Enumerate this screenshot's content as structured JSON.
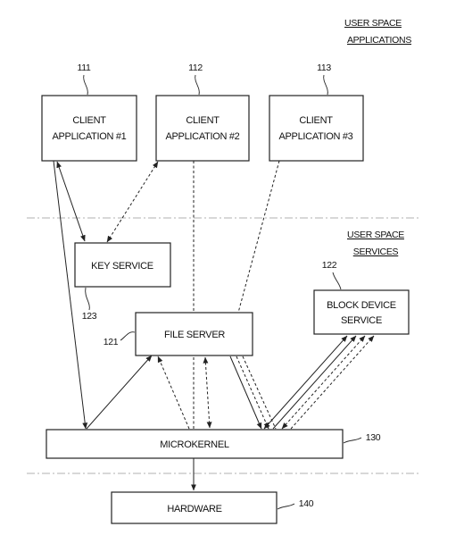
{
  "regions": {
    "applications": [
      "USER SPACE",
      "APPLICATIONS"
    ],
    "services": [
      "USER SPACE",
      "SERVICES"
    ]
  },
  "components": {
    "client1": {
      "lines": [
        "CLIENT",
        "APPLICATION #1"
      ],
      "ref": "111"
    },
    "client2": {
      "lines": [
        "CLIENT",
        "APPLICATION #2"
      ],
      "ref": "112"
    },
    "client3": {
      "lines": [
        "CLIENT",
        "APPLICATION #3"
      ],
      "ref": "113"
    },
    "key_service": {
      "lines": [
        "KEY SERVICE"
      ],
      "ref": "123"
    },
    "file_server": {
      "lines": [
        "FILE SERVER"
      ],
      "ref": "121"
    },
    "block_device": {
      "lines": [
        "BLOCK DEVICE",
        "SERVICE"
      ],
      "ref": "122"
    },
    "microkernel": {
      "lines": [
        "MICROKERNEL"
      ],
      "ref": "130"
    },
    "hardware": {
      "lines": [
        "HARDWARE"
      ],
      "ref": "140"
    }
  },
  "connections": [
    {
      "from": "client1",
      "to": "microkernel",
      "style": "solid",
      "arrow": "end"
    },
    {
      "from": "client1",
      "to": "key_service",
      "style": "solid",
      "arrow": "both"
    },
    {
      "from": "client2",
      "to": "key_service",
      "style": "dashed",
      "arrow": "both"
    },
    {
      "from": "client2",
      "to": "microkernel",
      "style": "dashed",
      "arrow": "none"
    },
    {
      "from": "client3",
      "to": "file_server",
      "style": "dashed",
      "arrow": "none"
    },
    {
      "from": "microkernel",
      "to": "file_server",
      "style": "solid",
      "arrow": "end"
    },
    {
      "from": "microkernel",
      "to": "file_server",
      "style": "dashed",
      "arrow": "end"
    },
    {
      "from": "file_server",
      "to": "microkernel",
      "style": "dashed",
      "arrow": "both"
    },
    {
      "from": "file_server",
      "to": "microkernel",
      "style": "solid",
      "arrow": "end"
    },
    {
      "from": "file_server",
      "to": "microkernel",
      "style": "dashed",
      "arrow": "end"
    },
    {
      "from": "microkernel",
      "to": "block_device",
      "style": "solid",
      "arrow": "both"
    },
    {
      "from": "microkernel",
      "to": "block_device",
      "style": "dashed",
      "arrow": "both"
    },
    {
      "from": "microkernel",
      "to": "hardware",
      "style": "solid",
      "arrow": "end"
    }
  ]
}
